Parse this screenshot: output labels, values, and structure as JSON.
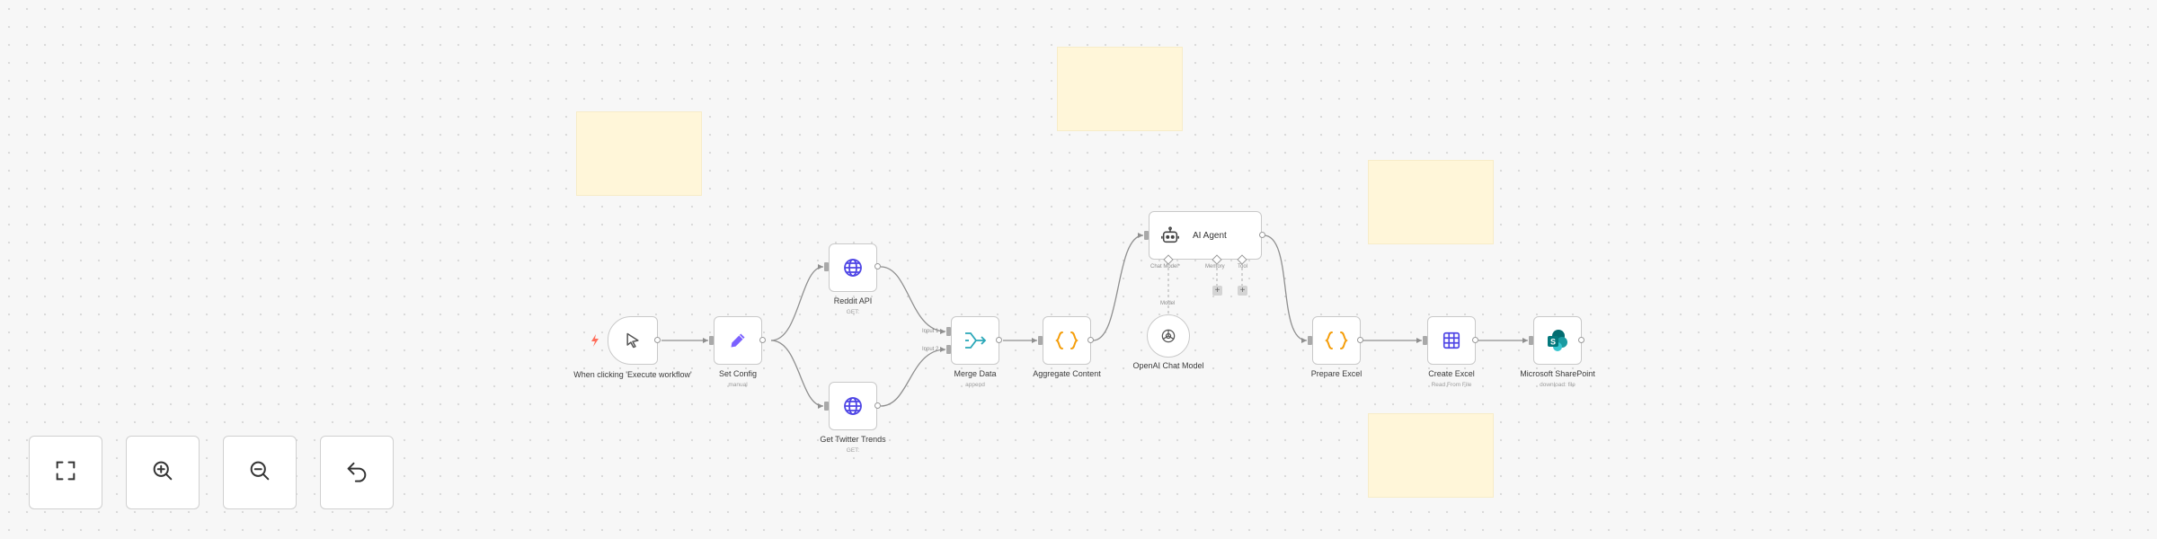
{
  "canvas": {
    "nodes": {
      "trigger": {
        "label": "When clicking 'Execute workflow'"
      },
      "set_config": {
        "label": "Set Config",
        "sub": "manual"
      },
      "reddit_api": {
        "label": "Reddit API",
        "sub": "GET:"
      },
      "twitter": {
        "label": "Get Twitter Trends",
        "sub": "GET:"
      },
      "merge": {
        "label": "Merge Data",
        "sub": "append",
        "input1": "Input 1",
        "input2": "Input 2"
      },
      "aggregate": {
        "label": "Aggregate Content"
      },
      "agent": {
        "label": "AI Agent",
        "port_chat": "Chat Model*",
        "port_memory": "Memory",
        "port_tool": "Tool"
      },
      "openai": {
        "label": "OpenAI Chat Model",
        "port_label": "Model"
      },
      "prepare_excel": {
        "label": "Prepare Excel"
      },
      "create_excel": {
        "label": "Create Excel",
        "sub": "Read From File"
      },
      "sharepoint": {
        "label": "Microsoft SharePoint",
        "sub": "download: file"
      }
    },
    "plus_symbol": "+"
  },
  "icons": {
    "trigger": "cursor-icon",
    "set_config": "pencil-icon",
    "http": "globe-icon",
    "merge": "merge-icon",
    "code": "braces-icon",
    "agent": "robot-icon",
    "openai": "openai-icon",
    "excel": "table-icon",
    "sharepoint": "sharepoint-icon"
  },
  "colors": {
    "sticky": "#fff6d9",
    "globe": "#4f46e5",
    "braces": "#f59e0b",
    "merge": "#2aa7b8",
    "sharepoint": "#03787c",
    "trigger_bolt": "#ff6d5a"
  }
}
